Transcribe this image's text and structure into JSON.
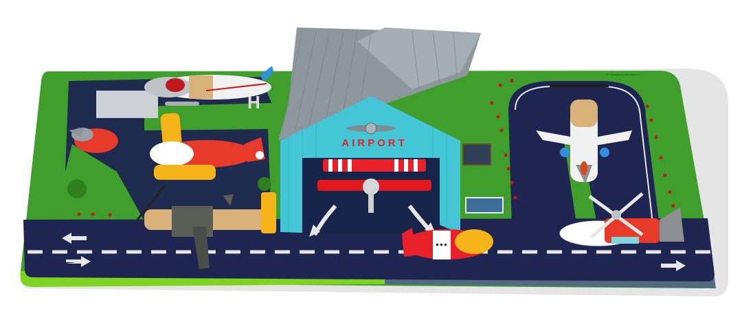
{
  "image": {
    "subject": "Toy airport playset board with pop-up hangar and toy aircraft",
    "background_color": "#ffffff"
  },
  "hangar": {
    "sign_text": "AIRPORT",
    "roof_color": "#8e969e",
    "wall_color": "#45c6d6",
    "sign_color": "#e8202a"
  },
  "board": {
    "grass_color": "#3f9e2c",
    "road_color": "#1e2550",
    "marking_color": "#e8e8e8",
    "taxi_line_color": "#e6c21a",
    "edge_light_color": "#c0191b",
    "copyright_text": "© Publications International"
  },
  "vehicles": [
    {
      "name": "airship",
      "colors": [
        "#f1f1f1",
        "#d9b27a",
        "#c0191b",
        "#2f8fe0"
      ]
    },
    {
      "name": "seaplane",
      "colors": [
        "#f4b41a",
        "#e83a2a",
        "#ffffff"
      ]
    },
    {
      "name": "small-red-helicopter",
      "colors": [
        "#e83a2a",
        "#9aa0a6"
      ]
    },
    {
      "name": "cargo-plane",
      "colors": [
        "#f4b41a",
        "#5a5e57",
        "#d9b27a"
      ]
    },
    {
      "name": "biplane",
      "colors": [
        "#e8202a",
        "#ffffff"
      ]
    },
    {
      "name": "red-airplane",
      "colors": [
        "#e8202a",
        "#ffffff",
        "#f4b41a"
      ]
    },
    {
      "name": "jet-airliner",
      "colors": [
        "#f1f1f1",
        "#d9b27a",
        "#2f8fe0"
      ]
    },
    {
      "name": "rescue-helicopter",
      "colors": [
        "#e83a2a",
        "#ffffff",
        "#8d8f93"
      ]
    }
  ],
  "road_arrows": [
    {
      "direction": "left"
    },
    {
      "direction": "right"
    },
    {
      "direction": "right"
    }
  ]
}
